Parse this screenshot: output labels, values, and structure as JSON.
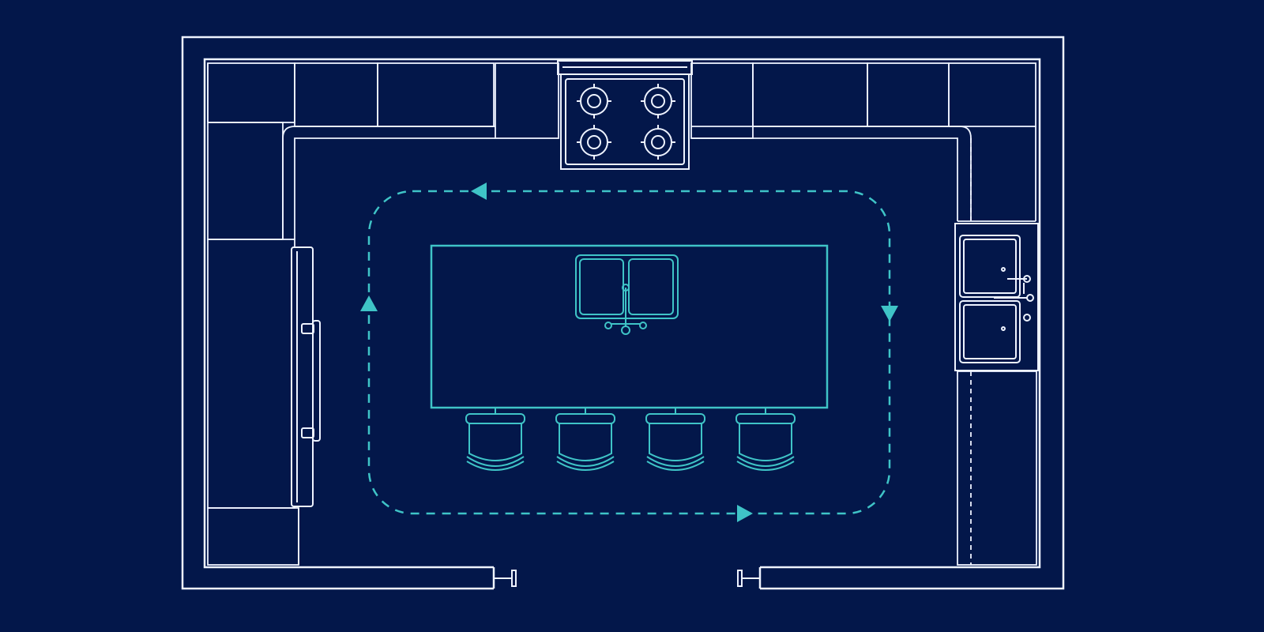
{
  "colors": {
    "background": "#03174a",
    "wall_line": "#eef3ff",
    "island_accent": "#3fc4c7"
  },
  "diagram": {
    "type": "kitchen-floor-plan",
    "stove_burners": 4,
    "island_stools": 4,
    "wall_sink_basins": 2,
    "island_sink_basins": 2,
    "circulation_path": "dashed-loop",
    "circulation_direction": "counterclockwise",
    "icons": [
      "wall-outline-icon",
      "stove-icon",
      "refrigerator-icon",
      "sink-icon",
      "island-icon",
      "stool-icon",
      "door-stop-icon",
      "flow-arrow-icon"
    ]
  }
}
